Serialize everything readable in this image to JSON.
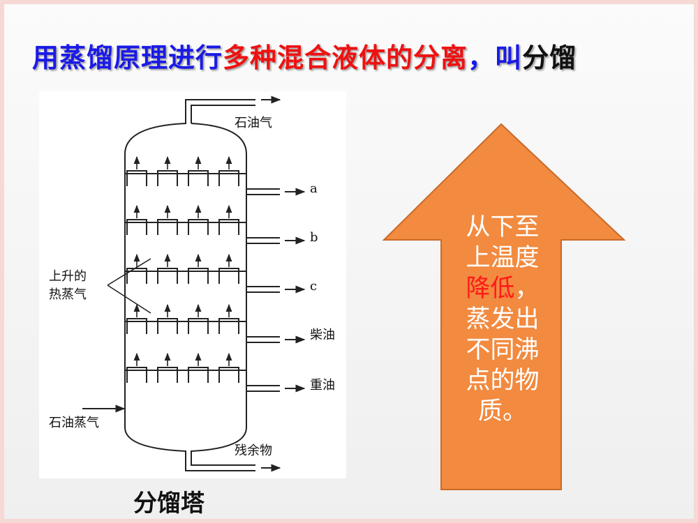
{
  "title": {
    "part_blue": "用蒸馏原理进行",
    "part_red": "多种混合液体的分离",
    "part_sep": "，",
    "part_blue2": "叫",
    "part_black": "分馏"
  },
  "diagram": {
    "top_outlet": "石油气",
    "side_outlets": [
      "a",
      "b",
      "c",
      "柴油",
      "重油"
    ],
    "rising_vapor_line1": "上升的",
    "rising_vapor_line2": "热蒸气",
    "inlet": "石油蒸气",
    "bottom_outlet": "残余物"
  },
  "caption": "分馏塔",
  "arrow": {
    "color": "#f28a3f",
    "lines": [
      {
        "plain": "从下至"
      },
      {
        "plain": "上温度"
      },
      {
        "highlight": "降低",
        "plain": "，"
      },
      {
        "plain": "蒸发出"
      },
      {
        "plain": "不同沸"
      },
      {
        "plain": "点的物"
      },
      {
        "plain": "质。"
      }
    ]
  }
}
